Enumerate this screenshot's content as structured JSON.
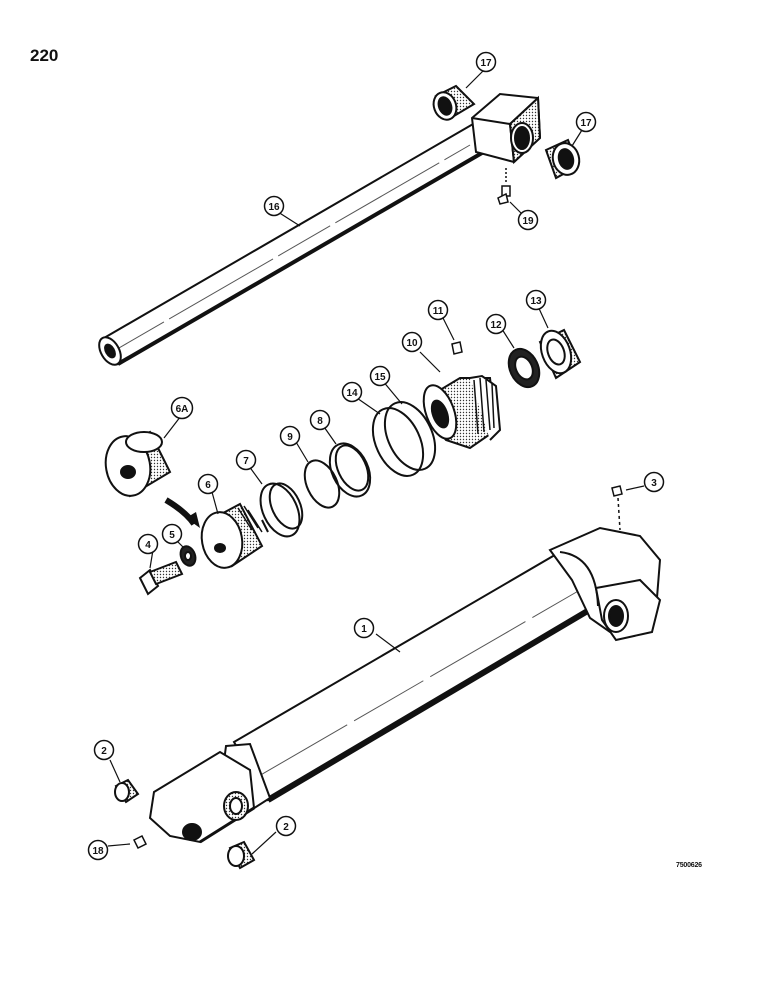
{
  "page": {
    "number": "220",
    "reference": "7500626"
  },
  "callouts": {
    "c1": "1",
    "c2a": "2",
    "c2b": "2",
    "c3": "3",
    "c4": "4",
    "c5": "5",
    "c6": "6",
    "c6a": "6A",
    "c7": "7",
    "c8": "8",
    "c9": "9",
    "c10": "10",
    "c11": "11",
    "c12": "12",
    "c13": "13",
    "c14": "14",
    "c15": "15",
    "c16": "16",
    "c17a": "17",
    "c17b": "17",
    "c18": "18",
    "c19": "19"
  },
  "colors": {
    "ink": "#111111",
    "paper": "#ffffff"
  }
}
